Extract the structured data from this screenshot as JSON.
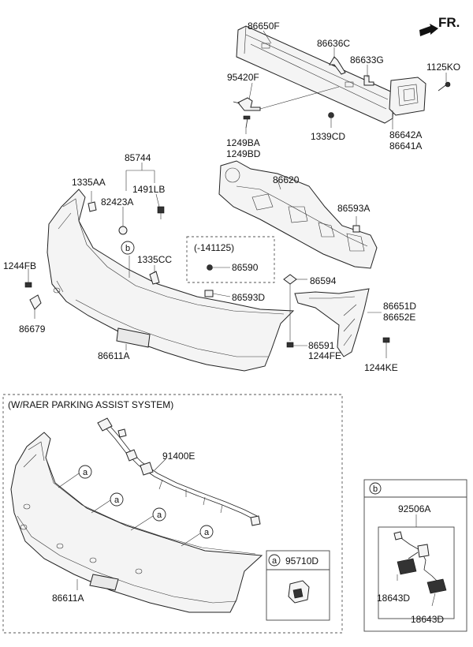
{
  "direction_label": "FR.",
  "section_labels": {
    "parking_assist": "(W/RAER PARKING ASSIST SYSTEM)",
    "date_code": "(-141125)"
  },
  "callouts": {
    "a": "a",
    "b": "b",
    "detail_a_part": "95710D",
    "detail_b_part": "92506A"
  },
  "parts": {
    "p86650F": "86650F",
    "p86636C": "86636C",
    "p86633G": "86633G",
    "p1125KO": "1125KO",
    "p95420F": "95420F",
    "p1249BA": "1249BA",
    "p1249BD": "1249BD",
    "p1339CD": "1339CD",
    "p86642A": "86642A",
    "p86641A": "86641A",
    "p85744": "85744",
    "p1335AA": "1335AA",
    "p82423A": "82423A",
    "p1491LB": "1491LB",
    "p86620": "86620",
    "p86593A": "86593A",
    "p1244FB": "1244FB",
    "p1335CC": "1335CC",
    "p86590": "86590",
    "p86594": "86594",
    "p86593D": "86593D",
    "p86651D": "86651D",
    "p86652E": "86652E",
    "p86679": "86679",
    "p86591": "86591",
    "p1244FE": "1244FE",
    "p1244KE": "1244KE",
    "p86611A_top": "86611A",
    "p91400E": "91400E",
    "p86611A_bottom": "86611A",
    "p18643D_a": "18643D",
    "p18643D_b": "18643D"
  },
  "colors": {
    "line": "#222222",
    "fill": "#f4f4f4",
    "background": "#ffffff"
  },
  "icons": [
    "direction-arrow-icon",
    "bolt-icon",
    "clip-icon",
    "nut-icon",
    "sensor-icon",
    "connector-icon"
  ]
}
